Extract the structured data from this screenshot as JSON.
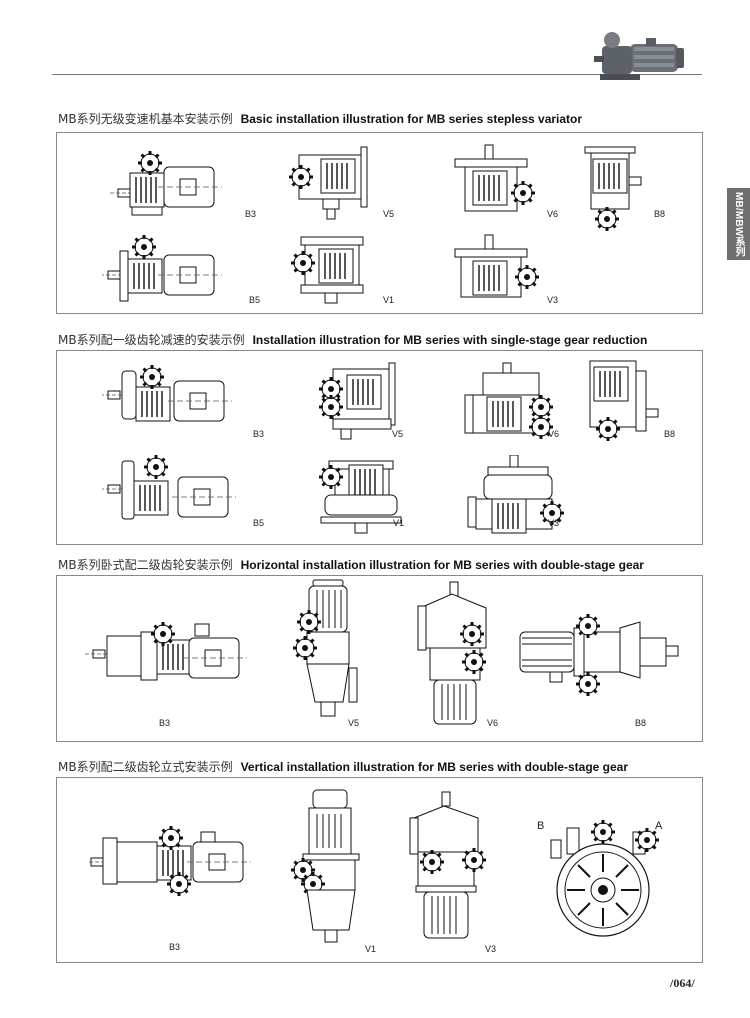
{
  "side_tab": "MB/MBW系列",
  "sections": [
    {
      "title_cn": "MB系列无级变速机基本安装示例",
      "title_en": "Basic installation illustration for MB series stepless variator",
      "labels": [
        "B3",
        "V5",
        "V6",
        "B8",
        "B5",
        "V1",
        "V3"
      ]
    },
    {
      "title_cn": "MB系列配一级齿轮减速的安装示例",
      "title_en": "Installation illustration for MB series with single-stage gear reduction",
      "labels": [
        "B3",
        "V5",
        "V6",
        "B8",
        "B5",
        "V1",
        "V3"
      ]
    },
    {
      "title_cn": "MB系列卧式配二级齿轮安装示例",
      "title_en": "Horizontal installation illustration for MB series with double-stage gear",
      "labels": [
        "B3",
        "V5",
        "V6",
        "B8"
      ]
    },
    {
      "title_cn": "MB系列配二级齿轮立式安装示例",
      "title_en": "Vertical installation illustration for MB series with double-stage gear",
      "labels": [
        "B3",
        "V1",
        "V3",
        "B",
        "A"
      ]
    }
  ],
  "page_number": "/064/"
}
